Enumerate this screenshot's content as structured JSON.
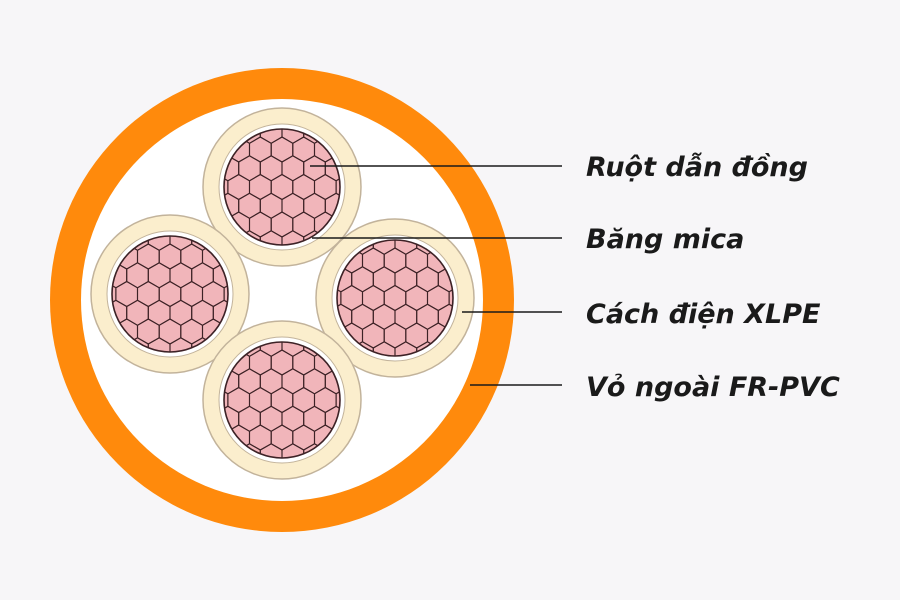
{
  "colors": {
    "background": "#f7f6f8",
    "sheath": "#ff8a0c",
    "sheath_inner": "#ffffff",
    "insulation": "#fbeecd",
    "insulation_edge": "#c2b39b",
    "mica": "#ffffff",
    "conductor": "#f1b5ba",
    "conductor_lines": "#3d2226",
    "leader": "#1a1a1a"
  },
  "labels": {
    "conductor": "Ruột dẫn đồng",
    "mica_tape": "Băng mica",
    "insulation": "Cách điện XLPE",
    "outer_sheath": "Vỏ ngoài FR-PVC"
  },
  "core_count": 4
}
